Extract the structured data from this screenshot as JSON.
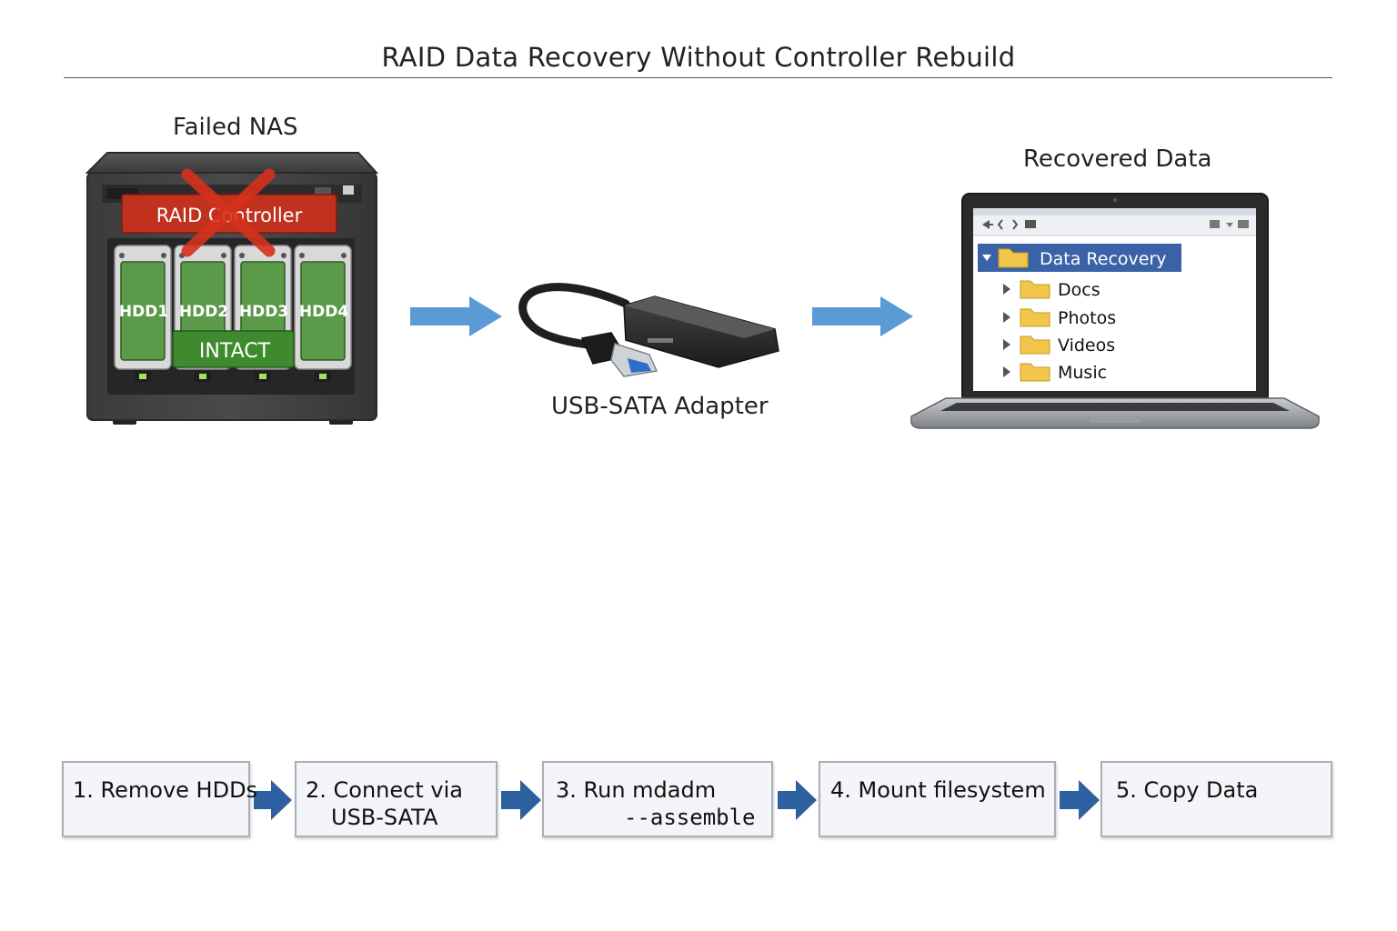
{
  "title": "RAID Data Recovery Without Controller Rebuild",
  "nas": {
    "label": "Failed NAS",
    "controller_label": "RAID Controller",
    "drives": [
      "HDD1",
      "HDD2",
      "HDD3",
      "HDD4"
    ],
    "status_label": "INTACT"
  },
  "adapter": {
    "label": "USB-SATA Adapter"
  },
  "laptop": {
    "label": "Recovered Data",
    "root_folder": "Data Recovery",
    "folders": [
      "Docs",
      "Photos",
      "Videos",
      "Music"
    ]
  },
  "steps": [
    {
      "line1": "1. Remove HDDs",
      "line2": ""
    },
    {
      "line1": "2. Connect via",
      "line2": "USB-SATA"
    },
    {
      "line1": "3. Run mdadm",
      "line2": "--assemble"
    },
    {
      "line1": "4. Mount filesystem",
      "line2": ""
    },
    {
      "line1": "5. Copy Data",
      "line2": ""
    }
  ],
  "colors": {
    "controller_red": "#c0321e",
    "intact_green": "#3f8a2e",
    "drive_green": "#5a9a48",
    "arrow_light_blue": "#5b9bd5",
    "arrow_dark_blue": "#2e5f9e",
    "selected_blue": "#3a62a6",
    "folder_yellow": "#f2c64b"
  }
}
